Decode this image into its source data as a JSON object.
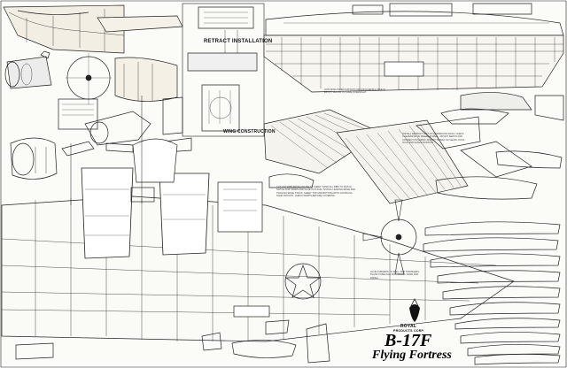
{
  "plan": {
    "sections": {
      "retract": "RETRACT INSTALLATION",
      "wing": "WING CONSTRUCTION"
    },
    "brand": {
      "company_line1": "ROYAL",
      "company_line2": "PRODUCTS CORP.",
      "model": "B-17F",
      "name": "Flying Fortress"
    },
    "notes": [
      "CUT OUT RIBS FROM 3/32 BALSA SHEET. SAND ALL RIBS TO MATCH. NOTCH FOR SPARS AND GLUE IN PLACE. INSTALL LEADING EDGE AND TRAILING EDGE STOCK. SHEET TOP AND BOTTOM WITH 1/16 BALSA. SAND SMOOTH. CHECK WARPS BEFORE COVERING.",
      "INSTALL RETRACT UNIT ON HARDWOOD RAILS. CHECK CLEARANCE OF WHEEL IN WELL. MOUNT SERVO AND CONNECT PUSHROD. ADJUST TRAVEL SO GEAR LOCKS IN UP AND DOWN POSITION.",
      "GLUE FORMERS TO KEEL. ADD STRINGERS. PLANK FUSELAGE WITH BALSA. SAND AND FINISH.",
      "JOIN WING PANELS WITH PLYWOOD DIHEDRAL BRACE. EPOXY. ALLOW TO CURE OVERNIGHT."
    ]
  }
}
